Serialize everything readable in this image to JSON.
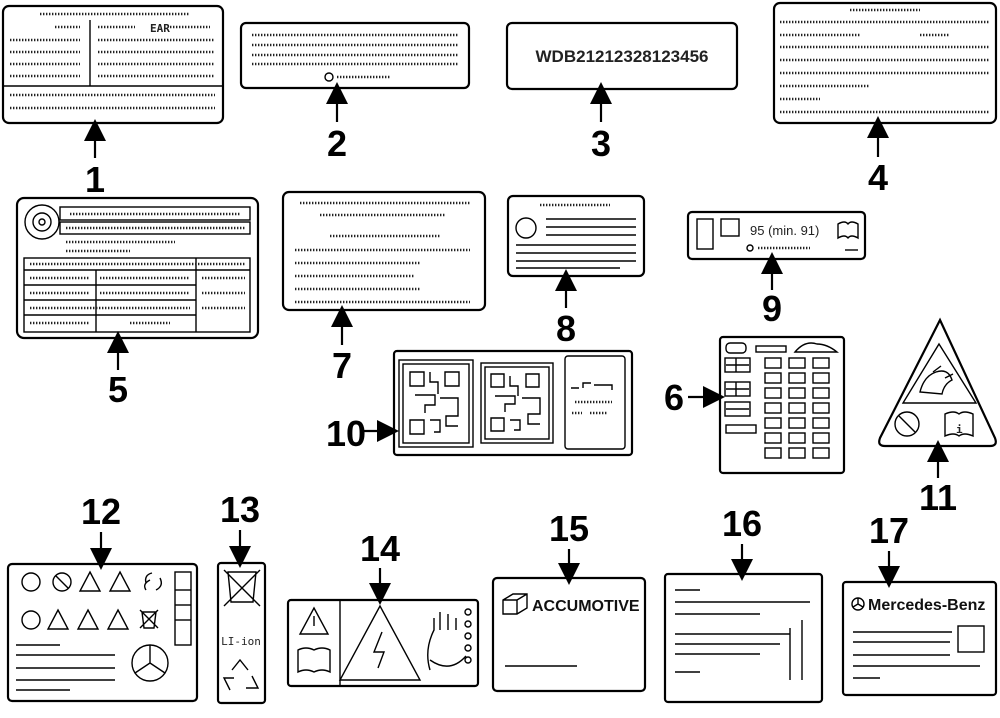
{
  "callouts": {
    "c1": "1",
    "c2": "2",
    "c3": "3",
    "c4": "4",
    "c5": "5",
    "c6": "6",
    "c7": "7",
    "c8": "8",
    "c9": "9",
    "c10": "10",
    "c11": "11",
    "c12": "12",
    "c13": "13",
    "c14": "14",
    "c15": "15",
    "c16": "16",
    "c17": "17"
  },
  "label3": {
    "vin": "WDB21212328123456"
  },
  "label9": {
    "octane": "95 (min. 91)"
  },
  "label13": {
    "text": "LI-ion"
  },
  "label15": {
    "brand": "ACCUMOTIVE"
  },
  "label17": {
    "brand": "Mercedes-Benz"
  }
}
